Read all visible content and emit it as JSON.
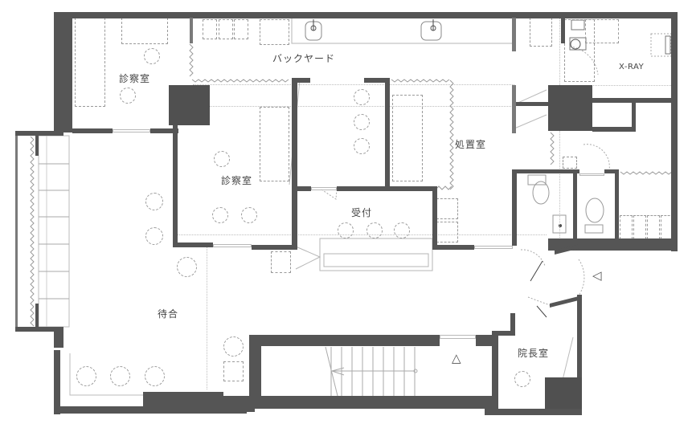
{
  "plan": {
    "rooms": [
      {
        "id": "exam1",
        "label": "診察室"
      },
      {
        "id": "backyard",
        "label": "バックヤード"
      },
      {
        "id": "xray",
        "label": "X-RAY"
      },
      {
        "id": "exam2",
        "label": "診察室"
      },
      {
        "id": "treatment",
        "label": "処置室"
      },
      {
        "id": "reception",
        "label": "受付"
      },
      {
        "id": "waiting",
        "label": "待合"
      },
      {
        "id": "director",
        "label": "院長室"
      }
    ],
    "entrance_markers": [
      {
        "id": "main-entrance",
        "symbol": "◁"
      },
      {
        "id": "stair-entrance",
        "symbol": "△"
      }
    ],
    "colors": {
      "wall": "#555555",
      "column": "#505050",
      "furniture_outline": "#9a9a9a",
      "background": "#ffffff"
    }
  }
}
